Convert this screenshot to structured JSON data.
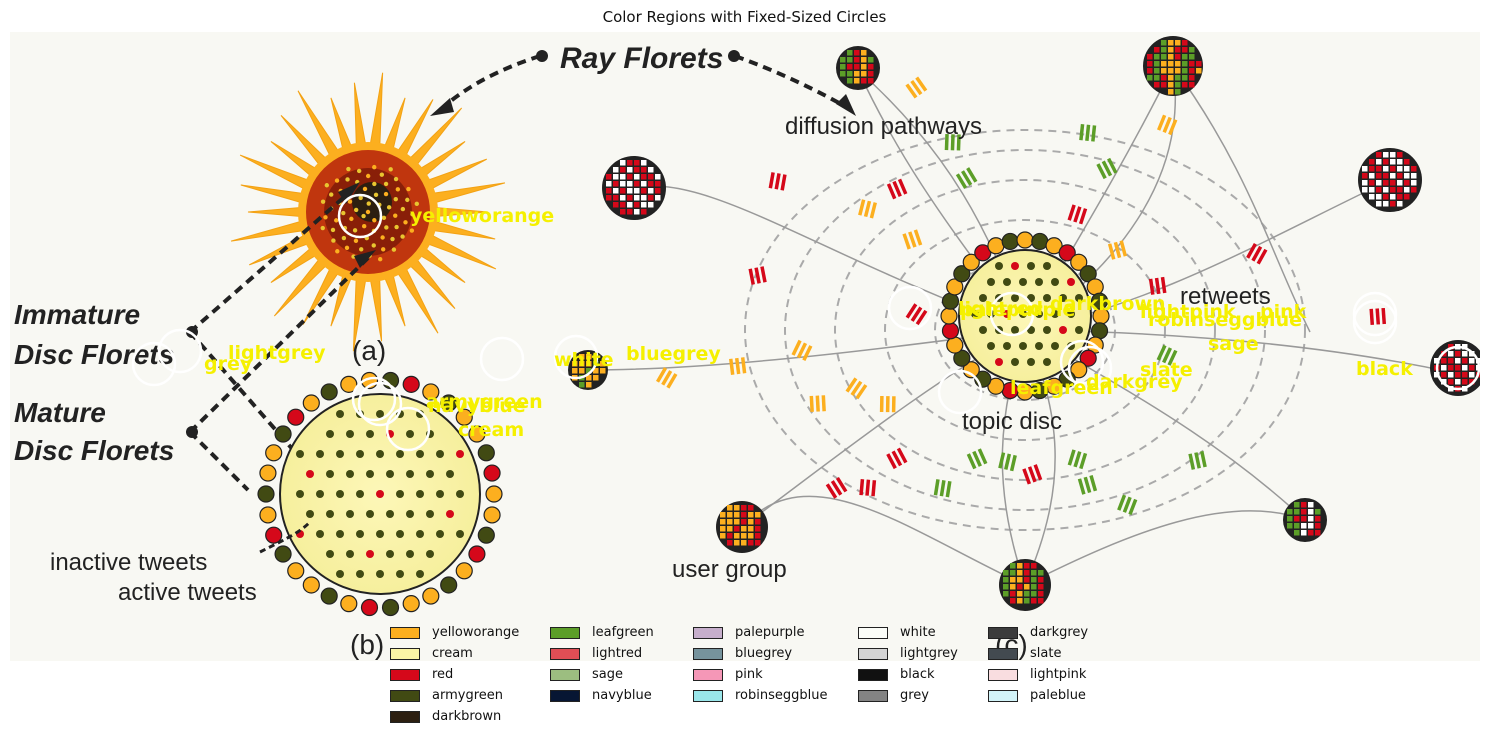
{
  "title": "Color Regions with Fixed-Sized Circles",
  "diagram": {
    "labels": {
      "ray_florets": "Ray Florets",
      "immature_1": "Immature",
      "immature_2": "Disc Florets",
      "mature_1": "Mature",
      "mature_2": "Disc Florets",
      "panel_a": "(a)",
      "panel_b": "(b)",
      "panel_c": "(c)",
      "inactive": "inactive tweets",
      "active": "active tweets",
      "diffusion": "diffusion pathways",
      "retweets": "retweets",
      "topic_disc": "topic disc",
      "user_group": "user group"
    }
  },
  "overlay_labels": [
    {
      "name": "yelloworange",
      "text": "yelloworange"
    },
    {
      "name": "lightgrey",
      "text": "lightgrey"
    },
    {
      "name": "grey",
      "text": "grey"
    },
    {
      "name": "white",
      "text": "white"
    },
    {
      "name": "bluegrey",
      "text": "bluegrey"
    },
    {
      "name": "armygreen",
      "text": "armygreen"
    },
    {
      "name": "navyblue",
      "text": "navyblue"
    },
    {
      "name": "cream",
      "text": "cream"
    },
    {
      "name": "lightred",
      "text": "lightred"
    },
    {
      "name": "palepurple",
      "text": "palepurple"
    },
    {
      "name": "darkbrown",
      "text": "darkbrown"
    },
    {
      "name": "lightpink",
      "text": "lightpink"
    },
    {
      "name": "pink",
      "text": "pink"
    },
    {
      "name": "robinseggblue",
      "text": "robinseggblue"
    },
    {
      "name": "sage",
      "text": "sage"
    },
    {
      "name": "slate",
      "text": "slate"
    },
    {
      "name": "darkgrey",
      "text": "darkgrey"
    },
    {
      "name": "leafgreen",
      "text": "leafgreen"
    },
    {
      "name": "black",
      "text": "black"
    }
  ],
  "legend": [
    [
      {
        "label": "yelloworange",
        "color": "#fcaf1f"
      },
      {
        "label": "cream",
        "color": "#fbf5a6"
      },
      {
        "label": "red",
        "color": "#d5081a"
      },
      {
        "label": "armygreen",
        "color": "#414a13"
      },
      {
        "label": "darkbrown",
        "color": "#2c1f11"
      }
    ],
    [
      {
        "label": "leafgreen",
        "color": "#5c9e28"
      },
      {
        "label": "lightred",
        "color": "#e04e55"
      },
      {
        "label": "sage",
        "color": "#9cbe80"
      },
      {
        "label": "navyblue",
        "color": "#071633"
      }
    ],
    [
      {
        "label": "palepurple",
        "color": "#c6aecb"
      },
      {
        "label": "bluegrey",
        "color": "#76939c"
      },
      {
        "label": "pink",
        "color": "#f597b7"
      },
      {
        "label": "robinseggblue",
        "color": "#9ae6ea"
      }
    ],
    [
      {
        "label": "white",
        "color": "#fbfdf8"
      },
      {
        "label": "lightgrey",
        "color": "#d4d4d4"
      },
      {
        "label": "black",
        "color": "#111111"
      },
      {
        "label": "grey",
        "color": "#838383"
      }
    ],
    [
      {
        "label": "darkgrey",
        "color": "#3c3c3c"
      },
      {
        "label": "slate",
        "color": "#434a50"
      },
      {
        "label": "lightpink",
        "color": "#f9dde0"
      },
      {
        "label": "paleblue",
        "color": "#d2f3f8"
      }
    ]
  ]
}
